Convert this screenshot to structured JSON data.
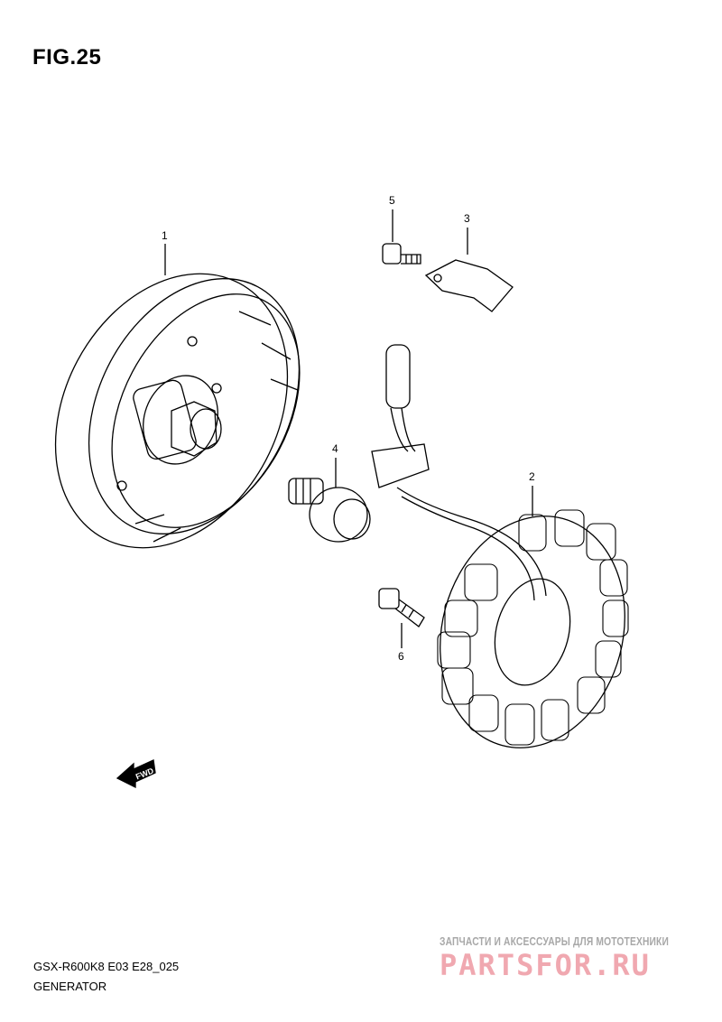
{
  "figure": {
    "title": "FIG.25"
  },
  "callouts": [
    "1",
    "2",
    "3",
    "4",
    "5",
    "6"
  ],
  "fwd_label": "FWD",
  "footer": {
    "model_code": "GSX-R600K8 E03 E28_025",
    "section_name": "GENERATOR"
  },
  "watermark": {
    "tagline": "ЗАПЧАСТИ И АКСЕССУАРЫ ДЛЯ МОТОТЕХНИКИ",
    "brand": "PARTSFOR.RU"
  }
}
